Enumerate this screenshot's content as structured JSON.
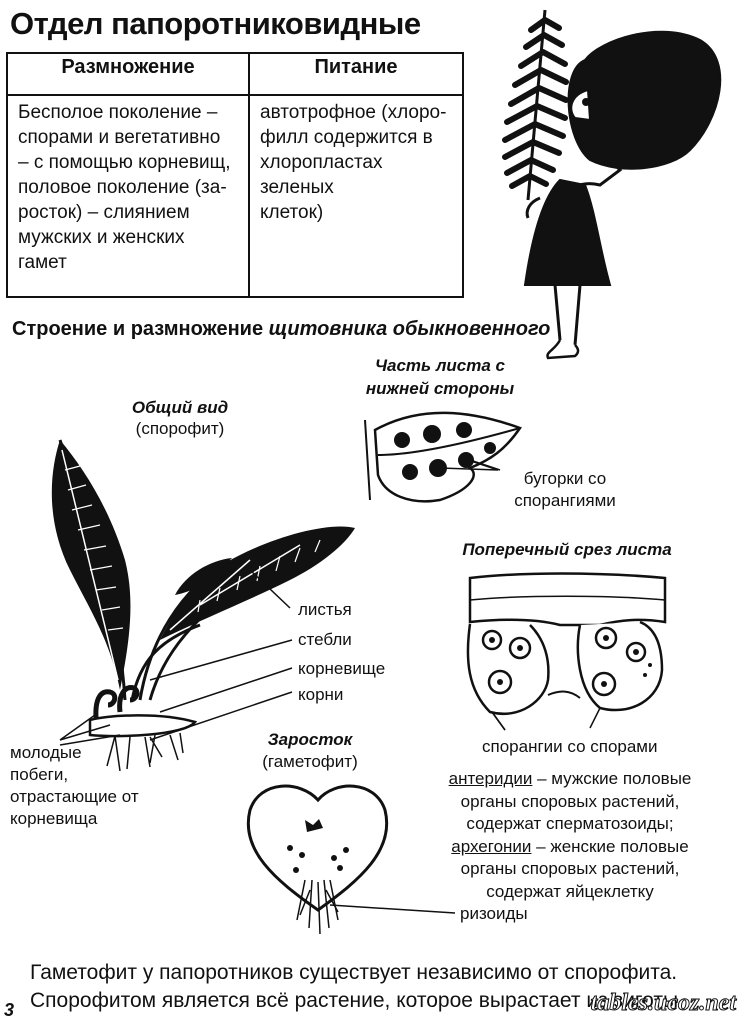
{
  "title": "Отдел папоротниковидные",
  "table": {
    "headers": [
      "Размножение",
      "Питание"
    ],
    "reproduction": "Бесполое поколение –\nспорами и вегетативно\n– с помощью корневищ,\nполовое поколение (за-\nросток) – слиянием\nмужских и женских\nгамет",
    "nutrition": "автотрофное (хлоро-\nфилл содержится в\nхлоропластах зеленых\nклеток)"
  },
  "subheading": {
    "plain": "Строение и размножение ",
    "italic": "щитовника обыкновенного"
  },
  "general_view": {
    "title": "Общий вид",
    "subtitle": "(спорофит)"
  },
  "leaf_underside": {
    "title": "Часть листа с\nнижней стороны",
    "label": "бугорки со\nспорангиями"
  },
  "plant_labels": {
    "leaves": "листья",
    "stems": "стебли",
    "rhizome": "корневище",
    "roots": "корни",
    "young_shoots": "молодые\nпобеги,\nотрастающие от\nкорневища"
  },
  "cross_section": {
    "title": "Поперечный срез листа",
    "label": "спорангии со спорами"
  },
  "prothallus": {
    "title": "Заросток",
    "subtitle": "(гаметофит)",
    "rhizoids": "ризоиды"
  },
  "organs": {
    "antheridia_term": "антеридии",
    "antheridia_text": " – мужские половые\nорганы споровых растений,\nсодержат сперматозоиды;",
    "archegonia_term": "архегонии",
    "archegonia_text": " – женские половые\nорганы споровых растений,\nсодержат яйцеклетку"
  },
  "bottom_text": {
    "line1": "Гаметофит у папоротников существует независимо от спорофита.",
    "line2": "Спорофитом является всё растение, которое вырастает из зиготы."
  },
  "page_number": "3",
  "watermark": "tables.ucoz.net"
}
